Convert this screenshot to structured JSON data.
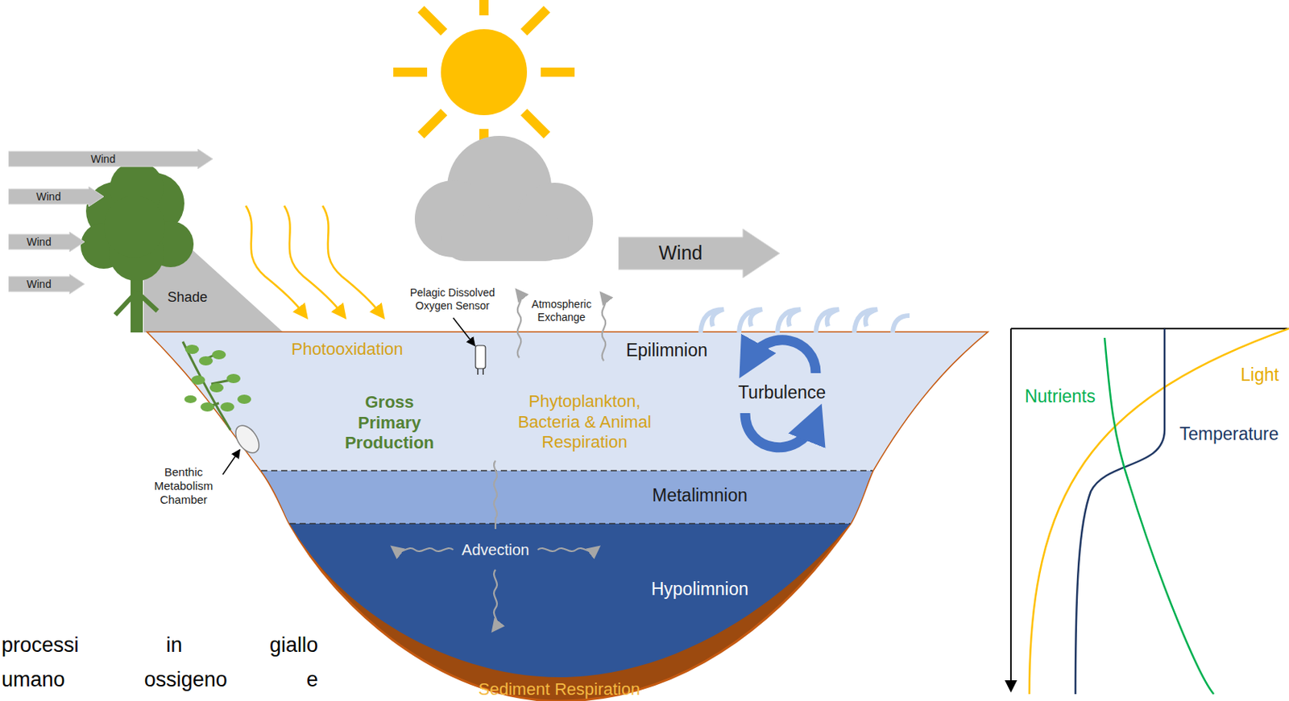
{
  "diagram": {
    "nodes": [
      {
        "text": [
          "Wind"
        ]
      },
      {
        "text": [
          "Wind"
        ]
      },
      {
        "text": [
          "Wind"
        ]
      },
      {
        "text": [
          "Wind"
        ]
      },
      {
        "text": [
          "Wind"
        ]
      }
    ],
    "labels": [
      "Shade",
      "Pelagic Dissolved Oxygen Sensor",
      "Atmospheric Exchange",
      "Photooxidation",
      "Epilimnion",
      "Gross Primary Production",
      "Phytoplankton, Bacteria & Animal Respiration",
      "Turbulence",
      "Benthic Metabolism Chamber",
      "Metalimnion",
      "Advection",
      "Hypolimnion",
      "Sediment Respiration",
      "Nutrients",
      "Light",
      "Temperature",
      "processi in giallo",
      "umano ossigeno e"
    ]
  }
}
